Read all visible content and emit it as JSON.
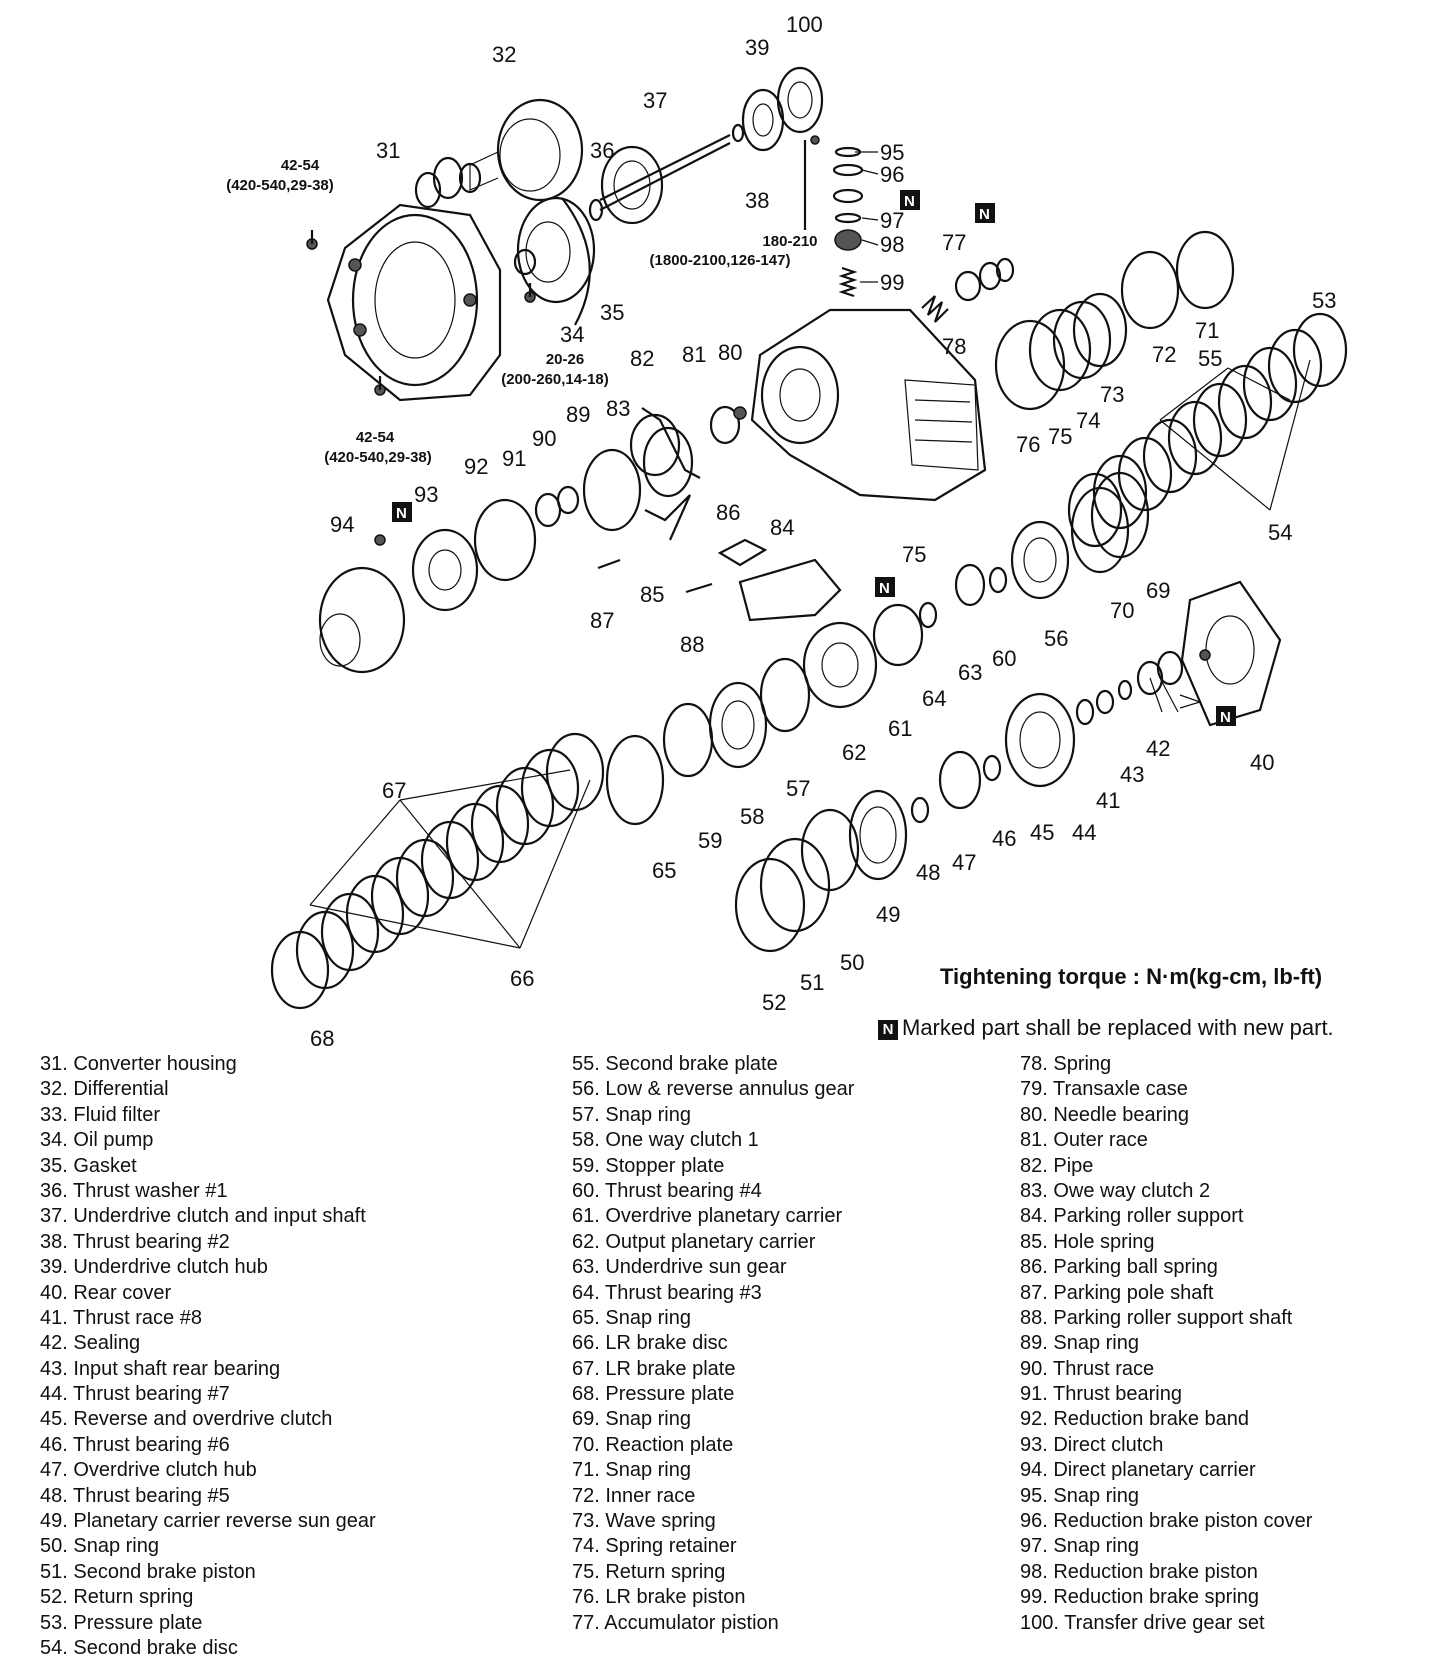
{
  "callouts": [
    "31",
    "32",
    "34",
    "35",
    "36",
    "37",
    "38",
    "39",
    "100",
    "95",
    "96",
    "97",
    "98",
    "99",
    "77",
    "71",
    "53",
    "55",
    "72",
    "73",
    "74",
    "75",
    "76",
    "78",
    "81",
    "80",
    "82",
    "83",
    "89",
    "90",
    "91",
    "92",
    "93",
    "94",
    "86",
    "84",
    "85",
    "87",
    "88",
    "75",
    "70",
    "69",
    "54",
    "56",
    "60",
    "63",
    "64",
    "61",
    "62",
    "57",
    "58",
    "59",
    "65",
    "67",
    "66",
    "68",
    "52",
    "51",
    "50",
    "49",
    "48",
    "47",
    "46",
    "45",
    "44",
    "41",
    "43",
    "42",
    "40"
  ],
  "torque_specs": [
    {
      "value": "42-54",
      "detail": "(420-540,29-38)"
    },
    {
      "value": "180-210",
      "detail": "(1800-2100,126-147)"
    },
    {
      "value": "20-26",
      "detail": "(200-260,14-18)"
    },
    {
      "value": "42-54",
      "detail": "(420-540,29-38)"
    }
  ],
  "new_part_mark": "N",
  "torque_title": "Tightening torque : N·m(kg-cm, lb-ft)",
  "new_part_note": "Marked part shall be replaced with new part.",
  "legend": {
    "col1": [
      "31.  Converter housing",
      "32.  Differential",
      "33.  Fluid filter",
      "34.  Oil pump",
      "35.  Gasket",
      "36.  Thrust washer #1",
      "37.  Underdrive clutch and input shaft",
      "38.  Thrust bearing #2",
      "39.  Underdrive clutch hub",
      "40.  Rear cover",
      "41.  Thrust race #8",
      "42.  Sealing",
      "43.  Input shaft rear bearing",
      "44.  Thrust bearing #7",
      "45.  Reverse and overdrive clutch",
      "46.  Thrust bearing #6",
      "47.  Overdrive clutch hub",
      "48.  Thrust bearing #5",
      "49.  Planetary carrier reverse sun gear",
      "50.  Snap ring",
      "51.  Second brake piston",
      "52.  Return spring",
      "53.  Pressure plate",
      "54.  Second brake disc"
    ],
    "col2": [
      "55.  Second brake plate",
      "56.  Low & reverse annulus gear",
      "57.  Snap ring",
      "58.  One way clutch 1",
      "59.  Stopper plate",
      "60.  Thrust bearing #4",
      "61.  Overdrive planetary carrier",
      "62.  Output planetary carrier",
      "63.  Underdrive sun gear",
      "64.  Thrust bearing #3",
      "65.  Snap ring",
      "66.  LR brake disc",
      "67.  LR brake plate",
      "68.  Pressure plate",
      "69.  Snap ring",
      "70.  Reaction plate",
      "71.  Snap ring",
      "72.  Inner race",
      "73.  Wave spring",
      "74.  Spring retainer",
      "75.  Return spring",
      "76.  LR brake piston",
      "77.  Accumulator pistion"
    ],
    "col3": [
      "78.  Spring",
      "79.  Transaxle case",
      "80.  Needle bearing",
      "81.  Outer race",
      "82.  Pipe",
      "83.  Owe way clutch 2",
      "84.  Parking roller support",
      "85.  Hole spring",
      "86.  Parking ball spring",
      "87.  Parking pole shaft",
      "88.  Parking roller support shaft",
      "89.  Snap ring",
      "90.  Thrust race",
      "91.  Thrust bearing",
      "92.  Reduction brake band",
      "93.  Direct clutch",
      "94.  Direct planetary carrier",
      "95.  Snap ring",
      "96.  Reduction brake piston cover",
      "97.  Snap ring",
      "98.  Reduction brake piston",
      "99.  Reduction brake spring",
      "100.  Transfer drive gear set"
    ]
  }
}
